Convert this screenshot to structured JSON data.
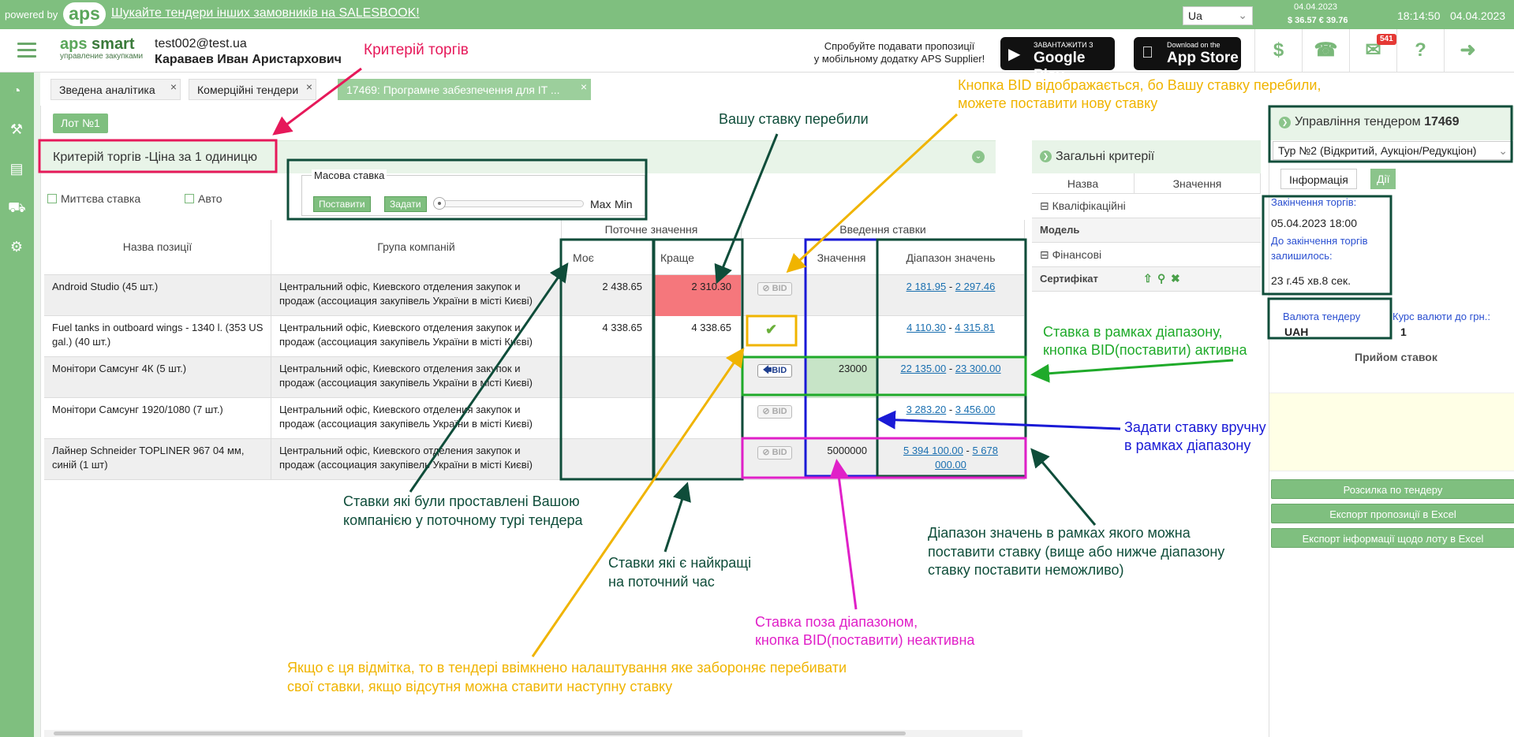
{
  "topbar": {
    "powered_by": "powered by",
    "logo": "aps",
    "promo": "Шукайте тендери інших замовників на SALESBOOK!",
    "language": "Ua",
    "date_small": "04.04.2023",
    "rates": "$ 36.57  € 39.76",
    "time": "18:14:50",
    "date": "04.04.2023"
  },
  "header": {
    "brand_aps": "aps",
    "brand_smart": "smart",
    "brand_sub": "управление закупками",
    "email": "test002@test.ua",
    "user_name": "Караваев Иван Аристархович",
    "mobile_line1": "Спробуйте подавати пропозиції",
    "mobile_line2": "у мобільному додатку APS Supplier!",
    "gplay_small": "ЗАВАНТАЖИТИ З",
    "gplay_big": "Google Play",
    "appstore_small": "Download on the",
    "appstore_big": "App Store",
    "mail_badge": "541",
    "icons": [
      "dollar-icon",
      "phone-icon",
      "mail-icon",
      "help-icon",
      "logout-icon"
    ]
  },
  "sidebar": {
    "icons": [
      "pie-chart-icon",
      "gavel-icon",
      "document-icon",
      "truck-icon",
      "settings-icon"
    ]
  },
  "tabs": [
    {
      "label": "Зведена аналітика"
    },
    {
      "label": "Комерційні тендери"
    },
    {
      "label": "17469: Програмне забезпечення для IT ..."
    }
  ],
  "lot": {
    "label": "Лот №1"
  },
  "criterion": {
    "title": "Критерій торгів -Ціна за 1 одиницю"
  },
  "options": {
    "instant_bid": "Миттєва ставка",
    "auto": "Авто"
  },
  "mass_bid": {
    "legend": "Масова ставка",
    "place": "Поставити",
    "set": "Задати",
    "max": "Max",
    "min": "Min"
  },
  "table": {
    "headers": {
      "name": "Назва позиції",
      "group": "Група компаній",
      "current": "Поточне значення",
      "mine": "Моє",
      "best": "Краще",
      "entry": "Введення ставки",
      "value": "Значення",
      "range": "Діапазон значень"
    },
    "rows": [
      {
        "name": "Android Studio (45 шт.)",
        "group": "Центральний офіс, Киевского отделения закупок и продаж (ассоциация закупівель України в місті Києві)",
        "mine": "2 438.65",
        "best": "2 310.30",
        "value": "",
        "range_min": "2 181.95",
        "range_max": "2 297.46"
      },
      {
        "name": "Fuel tanks in outboard wings - 1340 l. (353 US gal.) (40 шт.)",
        "group": "Центральний офіс, Киевского отделения закупок и продаж (ассоциация закупівель України в місті Києві)",
        "mine": "4 338.65",
        "best": "4 338.65",
        "value": "",
        "range_min": "4 110.30",
        "range_max": "4 315.81"
      },
      {
        "name": "Монітори Самсунг 4К (5 шт.)",
        "group": "Центральний офіс, Киевского отделения закупок и продаж (ассоциация закупівель України в місті Києві)",
        "mine": "",
        "best": "",
        "value": "23000",
        "range_min": "22 135.00",
        "range_max": "23 300.00"
      },
      {
        "name": "Монітори Самсунг 1920/1080 (7 шт.)",
        "group": "Центральний офіс, Киевского отделения закупок и продаж (ассоциация закупівель України в місті Києві)",
        "mine": "",
        "best": "",
        "value": "",
        "range_min": "3 283.20",
        "range_max": "3 456.00"
      },
      {
        "name": "Лайнер Schneider TOPLINER 967 04 мм, синій (1 шт)",
        "group": "Центральний офіс, Киевского отделения закупок и продаж (ассоциация закупівель України в місті Києві)",
        "mine": "",
        "best": "",
        "value": "5000000",
        "range_min": "5 394 100.00",
        "range_max": "5 678",
        "range_max_2": "000.00"
      }
    ],
    "bid_label": "BID"
  },
  "general": {
    "title": "Загальні критерії",
    "col_name": "Назва",
    "col_value": "Значення",
    "group_qual": "Кваліфікаційні",
    "model": "Модель",
    "group_fin": "Фінансові",
    "certificate": "Сертифікат"
  },
  "management": {
    "title": "Управління тендером",
    "tender_no": "17469",
    "round": "Тур №2 (Відкритий, Аукціон/Редукціон)",
    "info": "Інформація",
    "actions": "Дії",
    "end_label": "Закінчення торгів:",
    "end_value": "05.04.2023 18:00",
    "left_label_1": "До закінчення торгів",
    "left_label_2": "залишилось:",
    "left_value": "23 г.45 хв.8 сек.",
    "currency_label": "Валюта тендеру",
    "currency_value": "UAH",
    "rate_label": "Курс валюти до грн.:",
    "rate_value": "1",
    "bids_accept": "Прийом ставок",
    "btn_mailing": "Розсилка по тендеру",
    "btn_export_offers": "Експорт пропозиції в Excel",
    "btn_export_lot": "Експорт інформації щодо лоту в Excel"
  },
  "annotations": {
    "criterion": "Критерій торгів",
    "outbid": "Вашу ставку перебили",
    "bid_shown_1": "Кнопка BID відображається, бо Вашу ставку перебили,",
    "bid_shown_2": "можете поставити нову ставку",
    "in_range_1": "Ставка в рамках діапазону,",
    "in_range_2": "кнопка  BID(поставити) активна",
    "manual_1": "Задати ставку вручну",
    "manual_2": "в рамках діапазону",
    "range_1": "Діапазон значень в рамках якого можна",
    "range_2": "поставити ставку (вище або нижче діапазону",
    "range_3": "ставку поставити неможливо)",
    "yours_1": "Ставки які були проставлені Вашою",
    "yours_2": "компанією у поточному турі тендера",
    "best_1": "Ставки які є найкращі",
    "best_2": "на поточний час",
    "out_range_1": "Ставка поза діапазоном,",
    "out_range_2": "кнопка BID(поставити) неактивна",
    "check_1": "Якщо є ця відмітка, то в тендері ввімкнено налаштування яке забороняє перебивати",
    "check_2": "свої ставки, якщо відсутня можна ставити наступну ставку"
  },
  "colors": {
    "brand_green": "#7fbf7f",
    "annot_pink": "#e6195a",
    "annot_darkgreen": "#0f4d3a",
    "annot_yellow": "#f0b400",
    "annot_green": "#1faa2a",
    "annot_blue": "#1a1ad6",
    "annot_magenta": "#e020c8",
    "best_red": "#f5777c"
  }
}
